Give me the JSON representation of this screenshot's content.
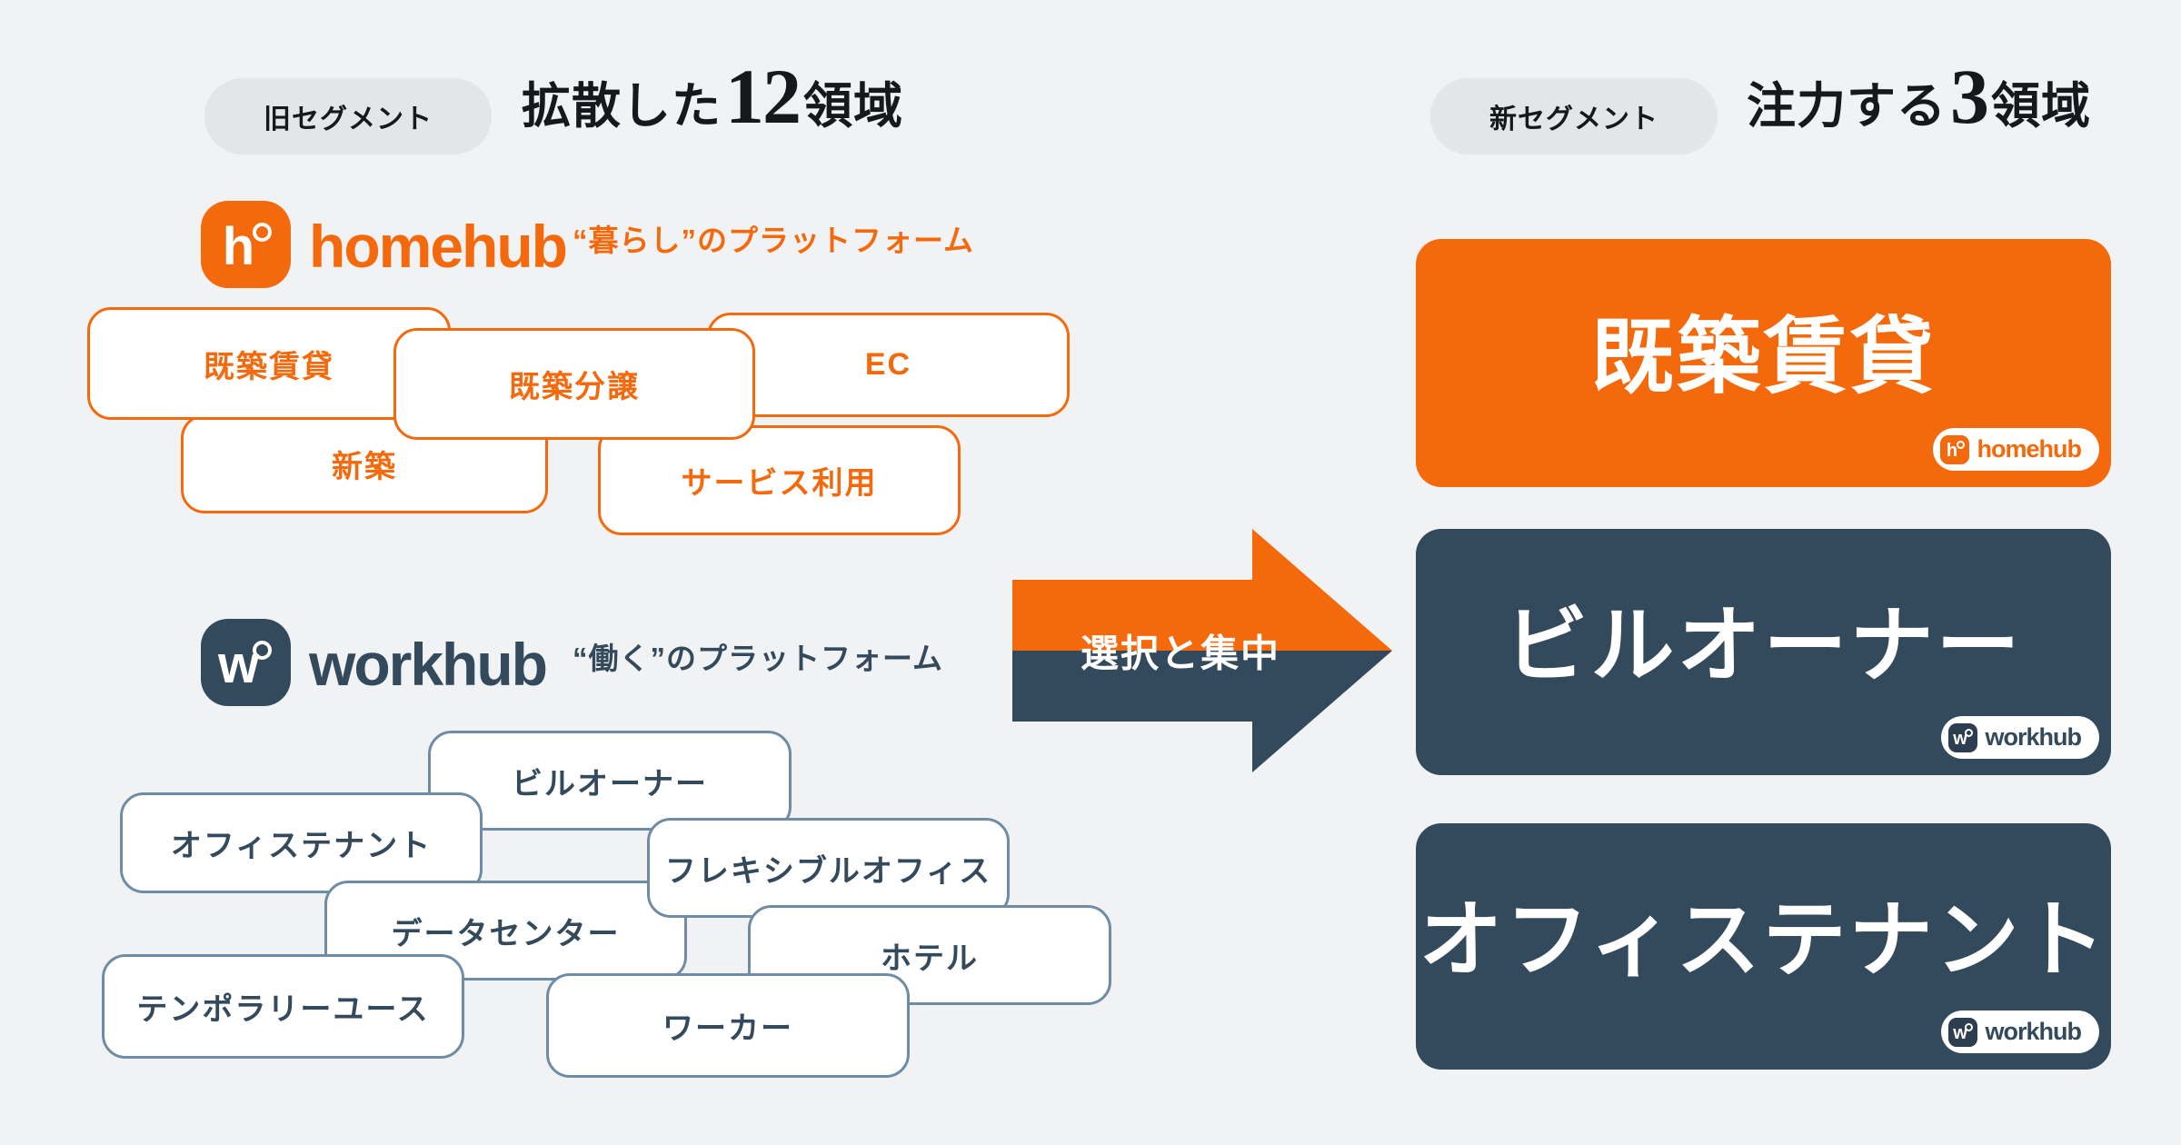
{
  "colors": {
    "background": "#F1F2F4",
    "orange": "#F5690D",
    "navy": "#33495C",
    "steel_border": "#6E8CA5",
    "pill_gray": "#E4E5E7",
    "text_dark": "#15191E",
    "white": "#FFFFFF"
  },
  "old_section": {
    "badge": "旧セグメント",
    "title_prefix": "拡散した",
    "title_number": "12",
    "title_suffix": "領域",
    "homehub": {
      "brand": "homehub",
      "glyph": "h",
      "tagline": "“暮らし”のプラットフォーム",
      "boxes": [
        "既築賃貸",
        "既築分譲",
        "EC",
        "新築",
        "サービス利用"
      ]
    },
    "workhub": {
      "brand": "workhub",
      "glyph": "w",
      "tagline": "“働く”のプラットフォーム",
      "boxes": [
        "ビルオーナー",
        "オフィステナント",
        "フレキシブルオフィス",
        "データセンター",
        "ホテル",
        "テンポラリーユース",
        "ワーカー"
      ]
    }
  },
  "arrow": {
    "label": "選択と集中"
  },
  "new_section": {
    "badge": "新セグメント",
    "title_prefix": "注力する",
    "title_number": "3",
    "title_suffix": "領域",
    "cards": [
      {
        "label": "既築賃貸",
        "brand": "homehub",
        "glyph": "h",
        "theme": "orange"
      },
      {
        "label": "ビルオーナー",
        "brand": "workhub",
        "glyph": "w",
        "theme": "navy"
      },
      {
        "label": "オフィステナント",
        "brand": "workhub",
        "glyph": "w",
        "theme": "navy"
      }
    ]
  }
}
